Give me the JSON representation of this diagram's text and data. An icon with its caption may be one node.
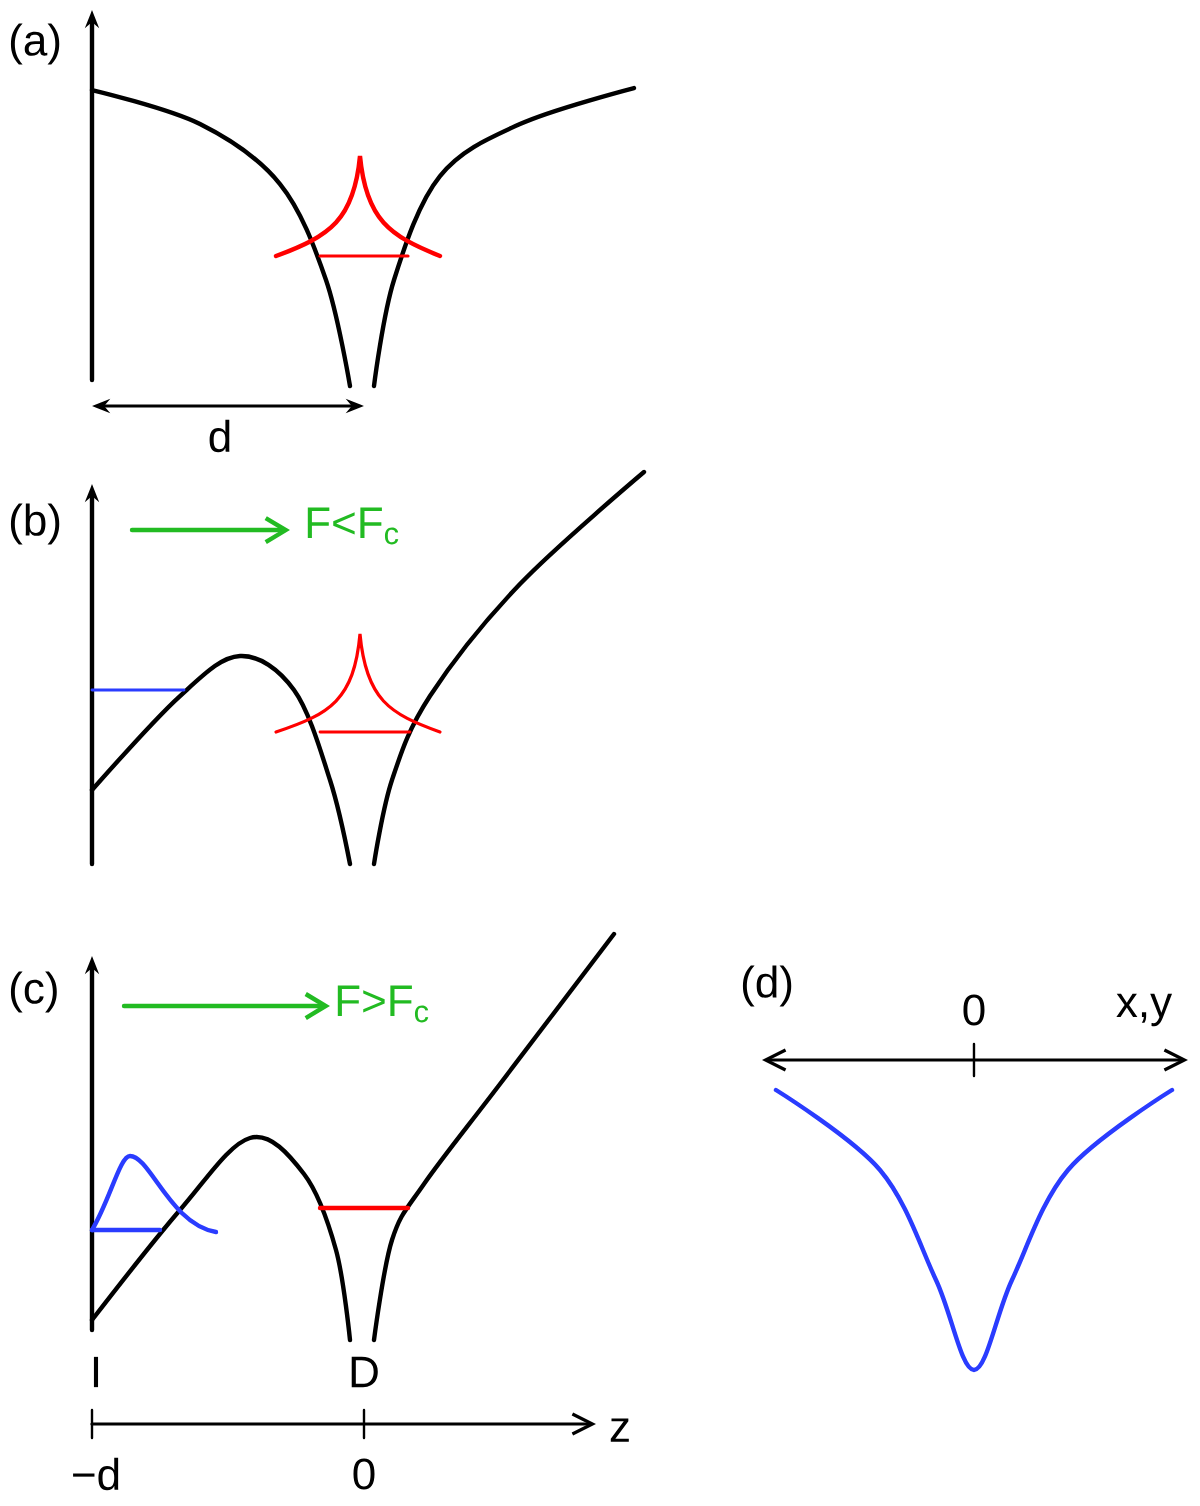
{
  "diagram": {
    "labels": [
      "(a)",
      "d",
      "(b)",
      "F<F$_{c}$",
      "(c)",
      "F>F$_{c}$",
      "I",
      "D",
      "−d",
      "0",
      "z",
      "(d)",
      "0",
      "x,y"
    ]
  }
}
